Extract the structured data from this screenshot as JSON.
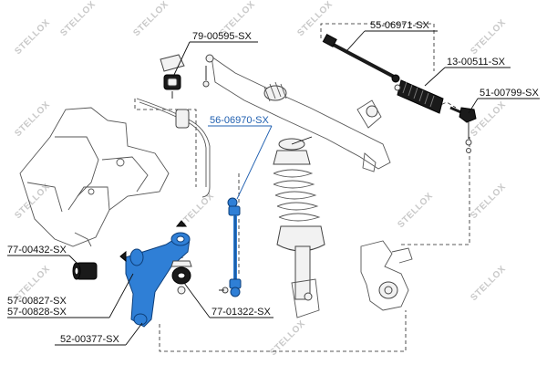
{
  "watermark": {
    "text": "STELLOX"
  },
  "labels": {
    "p79_00595": "79-00595-SX",
    "p55_06971": "55-06971-SX",
    "p13_00511": "13-00511-SX",
    "p51_00799": "51-00799-SX",
    "p56_06970": "56-06970-SX",
    "p77_00432": "77-00432-SX",
    "p57_00827": "57-00827-SX",
    "p57_00828": "57-00828-SX",
    "p52_00377": "52-00377-SX",
    "p77_01322": "77-01322-SX"
  },
  "colors": {
    "highlight": "#2f7fd6",
    "highlight_label": "#1f5fb0",
    "line": "#111111"
  }
}
